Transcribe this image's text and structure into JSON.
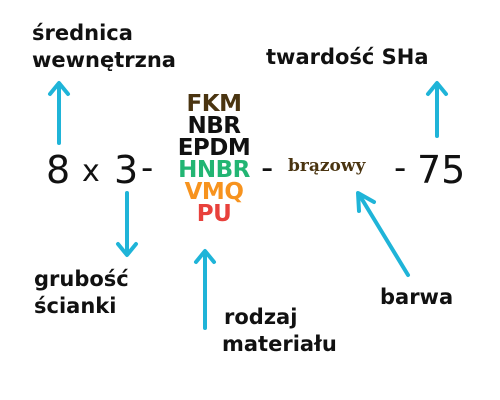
{
  "labels": {
    "inner_diameter_line1": "średnica",
    "inner_diameter_line2": "wewnętrzna",
    "hardness": "twardość SHa",
    "wall_thickness_line1": "grubość",
    "wall_thickness_line2": "ścianki",
    "material_type_line1": "rodzaj",
    "material_type_line2": "materiału",
    "color": "barwa"
  },
  "code": {
    "diameter": "8",
    "times": "x",
    "thickness": "3",
    "dash1": "-",
    "dash2": "-",
    "color_value": "brązowy",
    "dash3": "-",
    "hardness_value": "75"
  },
  "materials": [
    {
      "name": "FKM",
      "color": "#4a3410"
    },
    {
      "name": "NBR",
      "color": "#111111"
    },
    {
      "name": "EPDM",
      "color": "#111111"
    },
    {
      "name": "HNBR",
      "color": "#22b573"
    },
    {
      "name": "VMQ",
      "color": "#f7931e"
    },
    {
      "name": "PU",
      "color": "#e8413c"
    }
  ],
  "colors": {
    "arrow": "#1fb4d8",
    "brown_text": "#4a3410"
  }
}
